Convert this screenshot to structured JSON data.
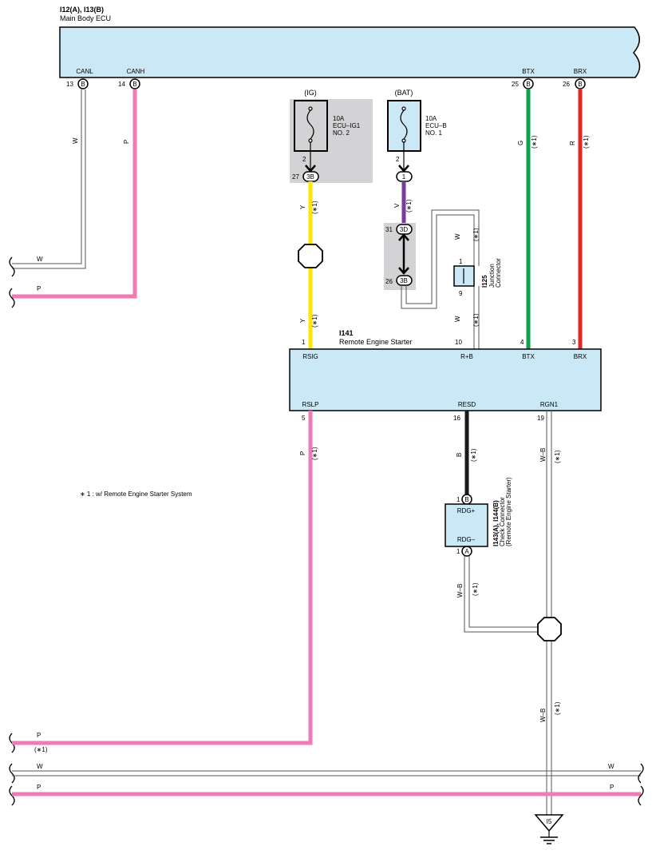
{
  "colors": {
    "component_fill": "#cbe8f6",
    "shade_box": "#d3d3d5",
    "wire_pink": "#f07ab4",
    "wire_yellow": "#ffe600",
    "wire_violet": "#7a3a9e",
    "wire_green": "#0fa04e",
    "wire_red": "#e52628",
    "wire_black": "#1a1a1a"
  },
  "ecu": {
    "code": "I12(A), I13(B)",
    "name": "Main Body ECU",
    "pins": {
      "canl": {
        "label": "CANL",
        "num": "13",
        "conn": "B"
      },
      "canh": {
        "label": "CANH",
        "num": "14",
        "conn": "B"
      },
      "btx": {
        "label": "BTX",
        "num": "25",
        "conn": "B"
      },
      "brx": {
        "label": "BRX",
        "num": "26",
        "conn": "B"
      }
    }
  },
  "fuse_ig": {
    "header": "(IG)",
    "amp": "10A",
    "name": "ECU–IG1",
    "no": "NO. 2",
    "pin": "2",
    "jnum": "27",
    "jconn": "3B"
  },
  "fuse_bat": {
    "header": "(BAT)",
    "amp": "10A",
    "name": "ECU–B",
    "no": "NO. 1",
    "pin": "2",
    "jconn": "1"
  },
  "jb3d": {
    "top_num": "31",
    "top_conn": "3D",
    "bot_num": "26",
    "bot_conn": "3B"
  },
  "junction": {
    "code": "I125",
    "name": "Junction",
    "name2": "Connector",
    "pin_top": "1",
    "pin_bot": "9"
  },
  "starter": {
    "code": "I141",
    "name": "Remote Engine Starter",
    "top_pins": {
      "rsig": {
        "label": "RSIG",
        "num": "1"
      },
      "rb": {
        "label": "R+B",
        "num": "10"
      },
      "btx": {
        "label": "BTX",
        "num": "4"
      },
      "brx": {
        "label": "BRX",
        "num": "3"
      }
    },
    "bottom_pins": {
      "rslp": {
        "label": "RSLP",
        "num": "5"
      },
      "resd": {
        "label": "RESD",
        "num": "16"
      },
      "rgn1": {
        "label": "RGN1",
        "num": "19"
      }
    }
  },
  "check_conn": {
    "code": "I143(A), I144(B)",
    "name": "Check Connector",
    "sub": "(Remote Engine Starter)",
    "pin_plus": "RDG+",
    "pin_minus": "RDG–",
    "plus_num": "1",
    "plus_conn": "B",
    "minus_num": "1",
    "minus_conn": "A"
  },
  "ground": {
    "code": "I5"
  },
  "note": "∗ 1 : w/ Remote Engine Starter System",
  "wire_labels": {
    "w": "W",
    "p": "P",
    "y": "Y",
    "v": "V",
    "g": "G",
    "r": "R",
    "b": "B",
    "wb": "W–B",
    "star1": "(∗1)"
  }
}
